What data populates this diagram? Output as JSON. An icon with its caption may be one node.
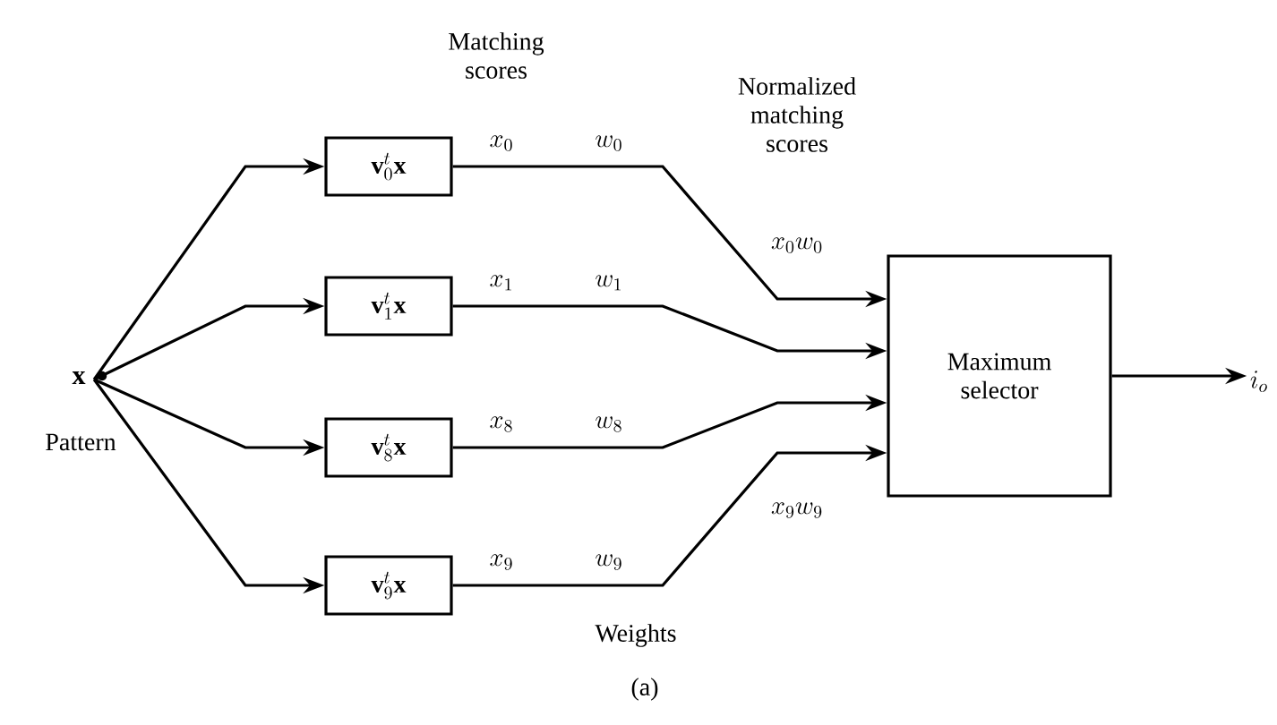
{
  "diagram": {
    "caption": "(a)",
    "nodes": [
      {
        "text": [
          "x"
        ],
        "beside": [
          "Pattern"
        ]
      },
      {
        "text": [
          "\\mathbf{v}_0^t\\mathbf{x}"
        ]
      },
      {
        "text": [
          "\\mathbf{v}_1^t\\mathbf{x}"
        ]
      },
      {
        "text": [
          "\\mathbf{v}_8^t\\mathbf{x}"
        ]
      },
      {
        "text": [
          "\\mathbf{v}_9^t\\mathbf{x}"
        ]
      },
      {
        "text": [
          "Maximum selector"
        ]
      },
      {
        "text": [
          "i_o"
        ]
      }
    ],
    "edges": [
      {
        "from": 0,
        "to": 1,
        "arrow": "to"
      },
      {
        "from": 0,
        "to": 2,
        "arrow": "to"
      },
      {
        "from": 0,
        "to": 3,
        "arrow": "to"
      },
      {
        "from": 0,
        "to": 4,
        "arrow": "to"
      },
      {
        "from": 1,
        "to": 5,
        "arrow": "to"
      },
      {
        "from": 2,
        "to": 5,
        "arrow": "to"
      },
      {
        "from": 3,
        "to": 5,
        "arrow": "to"
      },
      {
        "from": 4,
        "to": 5,
        "arrow": "to"
      },
      {
        "from": 5,
        "to": 6,
        "arrow": "to"
      }
    ],
    "labels": [
      "Matching scores",
      "Normalized matching scores",
      "x_0",
      "w_0",
      "x_0w_0",
      "x_1",
      "w_1",
      "x_8",
      "w_8",
      "x_9",
      "w_9",
      "x_9w_9",
      "Weights"
    ]
  }
}
